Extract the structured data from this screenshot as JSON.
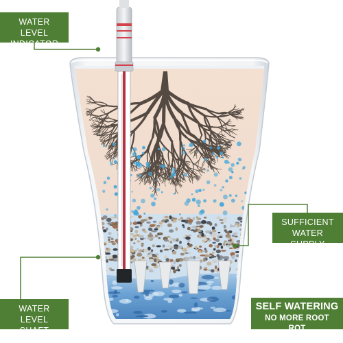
{
  "callouts": {
    "water_level_indicator": [
      "WATER LEVEL",
      "INDICATOR"
    ],
    "sufficient_water_supply": [
      "SUFFICIENT",
      "WATER SUPPLY"
    ],
    "water_level_shaft": [
      "WATER LEVEL",
      "SHAFT"
    ],
    "self_watering": [
      "SELF WATERING",
      "NO MORE ROOT ROT"
    ]
  },
  "colors": {
    "callout_green": "#4e7f34",
    "soil": "#f1ddd0",
    "water": "#5d96cc",
    "roots": "#4f4640",
    "bubbles": "#4aa8d8"
  },
  "icons": [
    "water-level-indicator-tube",
    "root-system",
    "water-bubbles",
    "pebble-layer",
    "reservoir-water"
  ]
}
